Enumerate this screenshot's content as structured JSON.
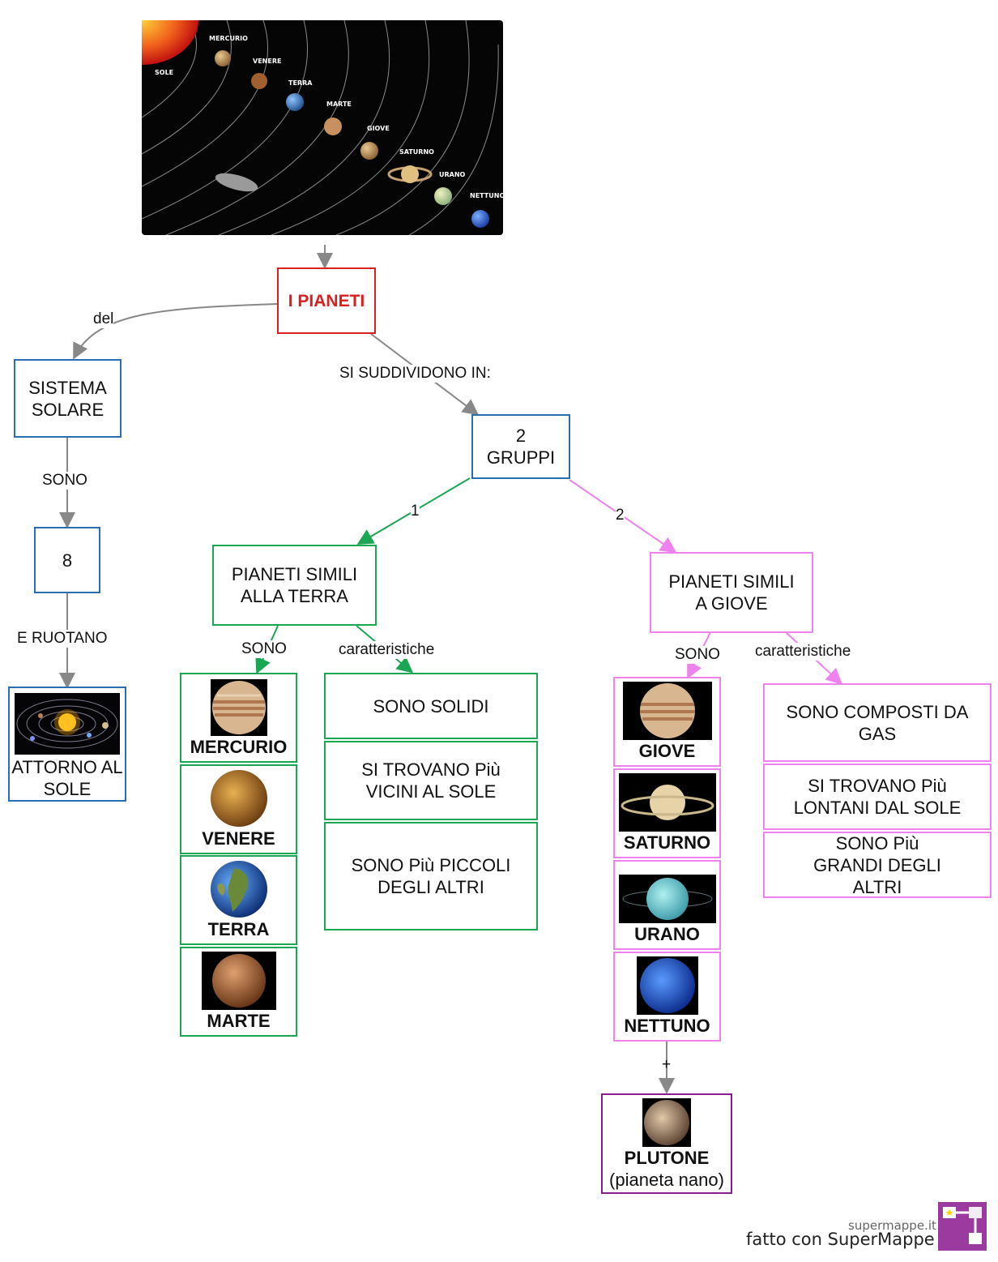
{
  "header_image": {
    "labels": [
      "SOLE",
      "MERCURIO",
      "VENERE",
      "TERRA",
      "MARTE",
      "GIOVE",
      "SATURNO",
      "URANO",
      "NETTUNO"
    ]
  },
  "nodes": {
    "i_pianeti": "I PIANETI",
    "sistema_solare": "SISTEMA SOLARE",
    "otto": "8",
    "attorno_al_sole": "ATTORNO AL SOLE",
    "due_gruppi": "2 GRUPPI",
    "simili_terra": "PIANETI SIMILI ALLA TERRA",
    "simili_giove": "PIANETI SIMILI A GIOVE",
    "plutone": "PLUTONE",
    "plutone_note": "(pianeta nano)"
  },
  "links": {
    "del": "del",
    "si_suddividono": "SI SUDDIVIDONO IN:",
    "sono1": "SONO",
    "e_ruotano": "E RUOTANO",
    "one": "1",
    "two": "2",
    "sono_terra": "SONO",
    "caratt_terra": "caratteristiche",
    "sono_giove": "SONO",
    "caratt_giove": "caratteristiche",
    "plus": "+"
  },
  "terrestrial_planets": [
    "MERCURIO",
    "VENERE",
    "TERRA",
    "MARTE"
  ],
  "gas_planets": [
    "GIOVE",
    "SATURNO",
    "URANO",
    "NETTUNO"
  ],
  "terrestrial_traits": [
    "SONO SOLIDI",
    "SI TROVANO Più VICINI AL SOLE",
    "SONO Più PICCOLI DEGLI ALTRI"
  ],
  "gas_traits": [
    "SONO COMPOSTI DA GAS",
    "SI TROVANO Più LONTANI DAL SOLE",
    "SONO Più GRANDI DEGLI ALTRI"
  ],
  "footer": {
    "site": "supermappe.it",
    "made_with": "fatto con SuperMappe"
  },
  "colors": {
    "blue": "#2a6db3",
    "red": "#d92020",
    "green": "#1aa652",
    "pink": "#ee82ee",
    "purple": "#8b1e8f",
    "gray": "#888888"
  }
}
